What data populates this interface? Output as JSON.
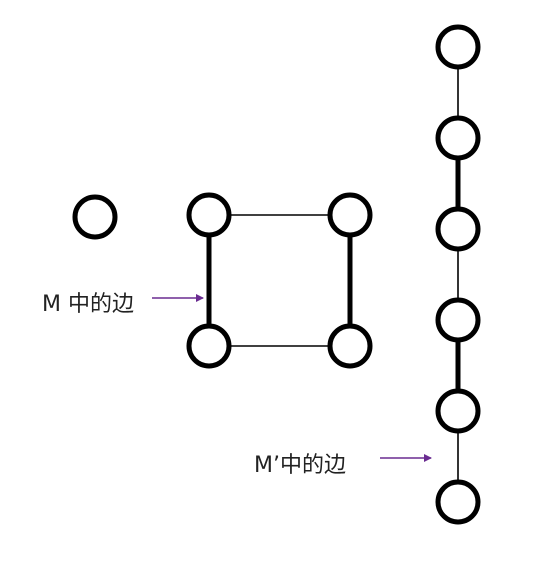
{
  "labels": {
    "m_edges": "M 中的边",
    "m_prime_edges": "M’中的边"
  },
  "colors": {
    "background": "#ffffff",
    "node_stroke": "#000000",
    "edge": "#000000",
    "arrow": "#6a2c91"
  },
  "graph": {
    "nodes": [
      {
        "id": "isolated"
      },
      {
        "id": "sq-top-left"
      },
      {
        "id": "sq-top-right"
      },
      {
        "id": "sq-bottom-left"
      },
      {
        "id": "sq-bottom-right"
      },
      {
        "id": "path-1"
      },
      {
        "id": "path-2"
      },
      {
        "id": "path-3"
      },
      {
        "id": "path-4"
      },
      {
        "id": "path-5"
      },
      {
        "id": "path-6"
      }
    ],
    "edges": [
      {
        "from": "sq-top-left",
        "to": "sq-top-right",
        "in_matching": false
      },
      {
        "from": "sq-bottom-left",
        "to": "sq-bottom-right",
        "in_matching": false
      },
      {
        "from": "sq-top-left",
        "to": "sq-bottom-left",
        "in_matching": true
      },
      {
        "from": "sq-top-right",
        "to": "sq-bottom-right",
        "in_matching": true
      },
      {
        "from": "path-1",
        "to": "path-2",
        "in_matching": false
      },
      {
        "from": "path-2",
        "to": "path-3",
        "in_matching": true
      },
      {
        "from": "path-3",
        "to": "path-4",
        "in_matching": false
      },
      {
        "from": "path-4",
        "to": "path-5",
        "in_matching": true
      },
      {
        "from": "path-5",
        "to": "path-6",
        "in_matching": false
      }
    ]
  }
}
